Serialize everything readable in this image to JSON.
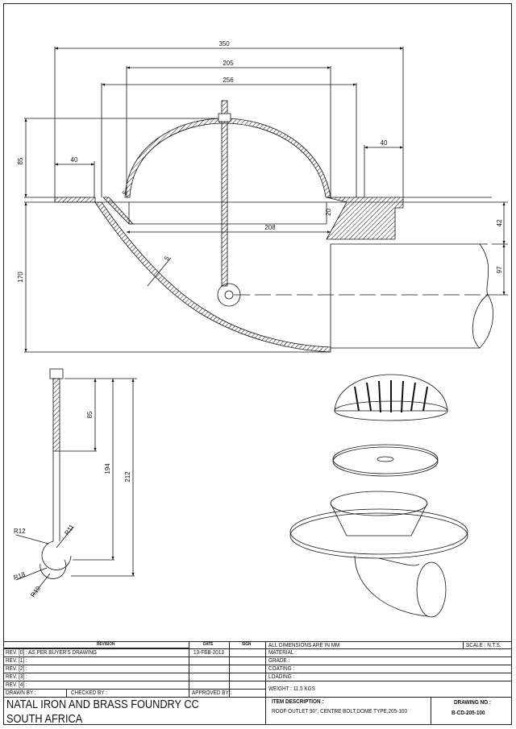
{
  "dimensions": {
    "d350": "350",
    "d205": "205",
    "d256": "256",
    "d85": "85",
    "d40_left": "40",
    "d40_right": "40",
    "d5_top": "5",
    "d20": "20",
    "d208": "208",
    "d42": "42",
    "d97": "97",
    "d5_wall": "5",
    "d170": "170",
    "bolt_85": "85",
    "bolt_194": "194",
    "bolt_212": "212",
    "r12": "R12",
    "r11": "R11",
    "r18": "R18",
    "r10": "R10"
  },
  "title_block": {
    "revision_header": "REVISION",
    "date_header": "DATE",
    "sign_header": "SIGN",
    "revisions": [
      {
        "label": "REV. [0] : AS PER BUYER'S DRAWING",
        "date": "13-FEB-2013"
      },
      {
        "label": "REV. [1] :",
        "date": ""
      },
      {
        "label": "REV. [2] :",
        "date": ""
      },
      {
        "label": "REV. [3] :",
        "date": ""
      },
      {
        "label": "REV. [4] :",
        "date": ""
      }
    ],
    "drawn_by": "DRAWN BY :",
    "checked_by": "CHECKED BY :",
    "approved_by": "APPROVED BY :",
    "all_dims": "ALL DIMENSIONS ARE IN MM",
    "scale": "SCALE : N.T.S.",
    "material": "MATERIAL :",
    "grade": "GRADE :",
    "coating": "COATING :",
    "loading": "LOADING :",
    "weight": "WEIGHT : 11.5 KGS",
    "company_line1": "NATAL IRON AND BRASS FOUNDRY CC",
    "company_line2": "SOUTH AFRICA",
    "item_description_label": "ITEM DESCRIPTION :",
    "item_description": "ROOF OUTLET 90°, CENTRE BOLT,DOME TYPE,205-100",
    "drawing_no_label": "DRAWING NO :",
    "drawing_no": "B-CD-205-100"
  }
}
